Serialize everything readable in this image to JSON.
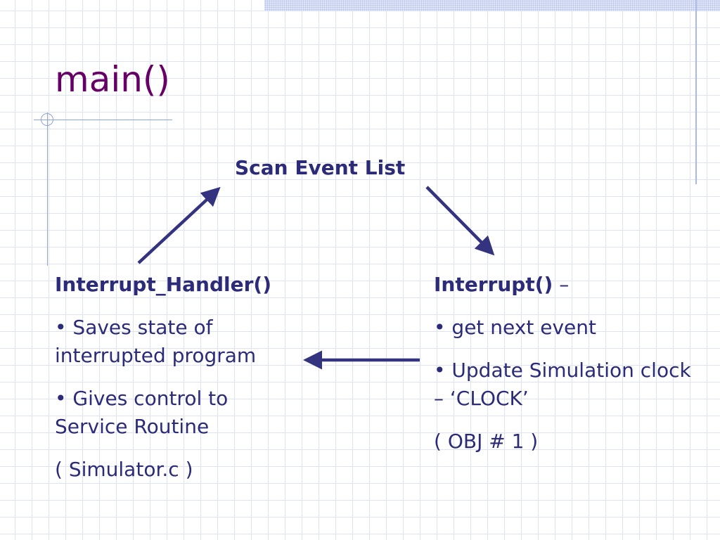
{
  "slide": {
    "title": "main()",
    "center_label": "Scan Event List",
    "left": {
      "heading": "Interrupt_Handler()",
      "bullet_1": "•  Saves state of interrupted program",
      "bullet_2": "•  Gives control to Service Routine",
      "note": "( Simulator.c )"
    },
    "right": {
      "heading": "Interrupt()",
      "heading_suffix": " –",
      "bullet_1": "•  get next event",
      "bullet_2": "•  Update Simulation clock – ‘CLOCK’",
      "note": "(  OBJ # 1  )"
    }
  },
  "colors": {
    "title": "#660066",
    "text": "#2b2b7a",
    "arrows": "#333380",
    "grid": "#dde3f3"
  }
}
